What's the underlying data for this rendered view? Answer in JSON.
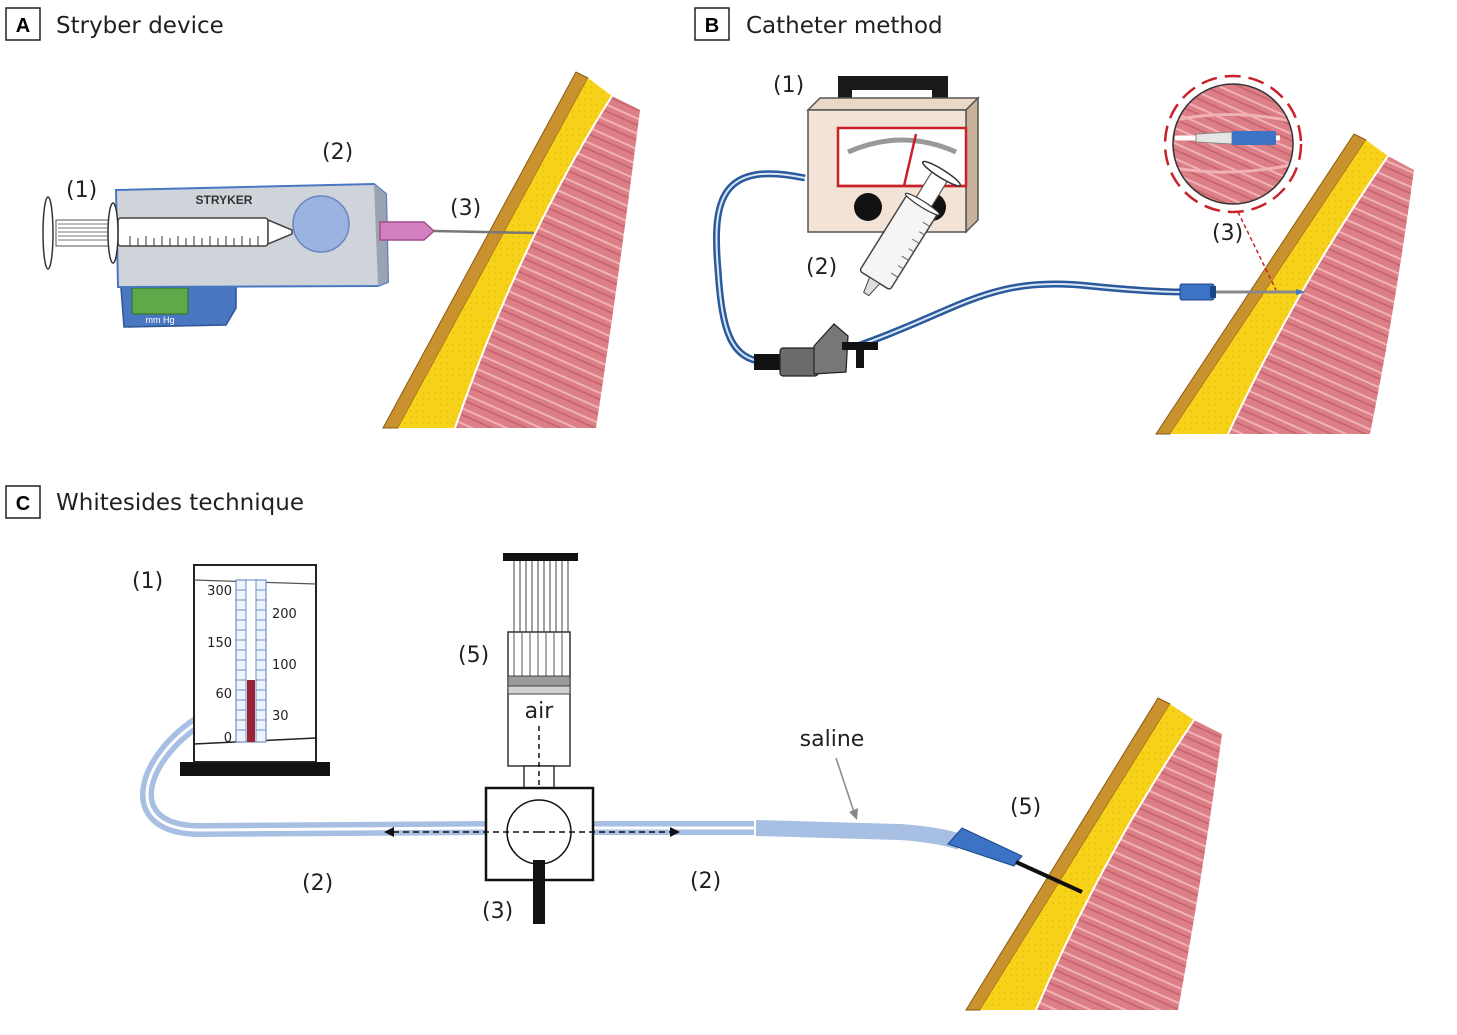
{
  "panels": {
    "a": {
      "letter": "A",
      "title": "Stryber device",
      "device_brand": "STRYKER",
      "display_unit": "mm Hg",
      "labels": [
        "(1)",
        "(2)",
        "(3)"
      ]
    },
    "b": {
      "letter": "B",
      "title": "Catheter method",
      "labels": [
        "(1)",
        "(2)",
        "(3)"
      ]
    },
    "c": {
      "letter": "C",
      "title": "Whitesides technique",
      "labels": {
        "manometer": "(1)",
        "tube_left": "(2)",
        "tube_right": "(2)",
        "stopcock": "(3)",
        "syringe": "(5)",
        "needle": "(5)"
      },
      "air_label": "air",
      "saline_label": "saline",
      "scale_left": [
        "300",
        "150",
        "60",
        "0"
      ],
      "scale_right": [
        "200",
        "100",
        "30"
      ]
    }
  },
  "colors": {
    "skin": "#c9922e",
    "fat": "#f6d21a",
    "muscle": "#dc7f86",
    "blue_device": "#4a77c2",
    "catheter": "#2b5a9c",
    "saline_tube": "#a7bfe3",
    "syringe_tip": "#d47fc0",
    "mercury": "#9c2238"
  }
}
